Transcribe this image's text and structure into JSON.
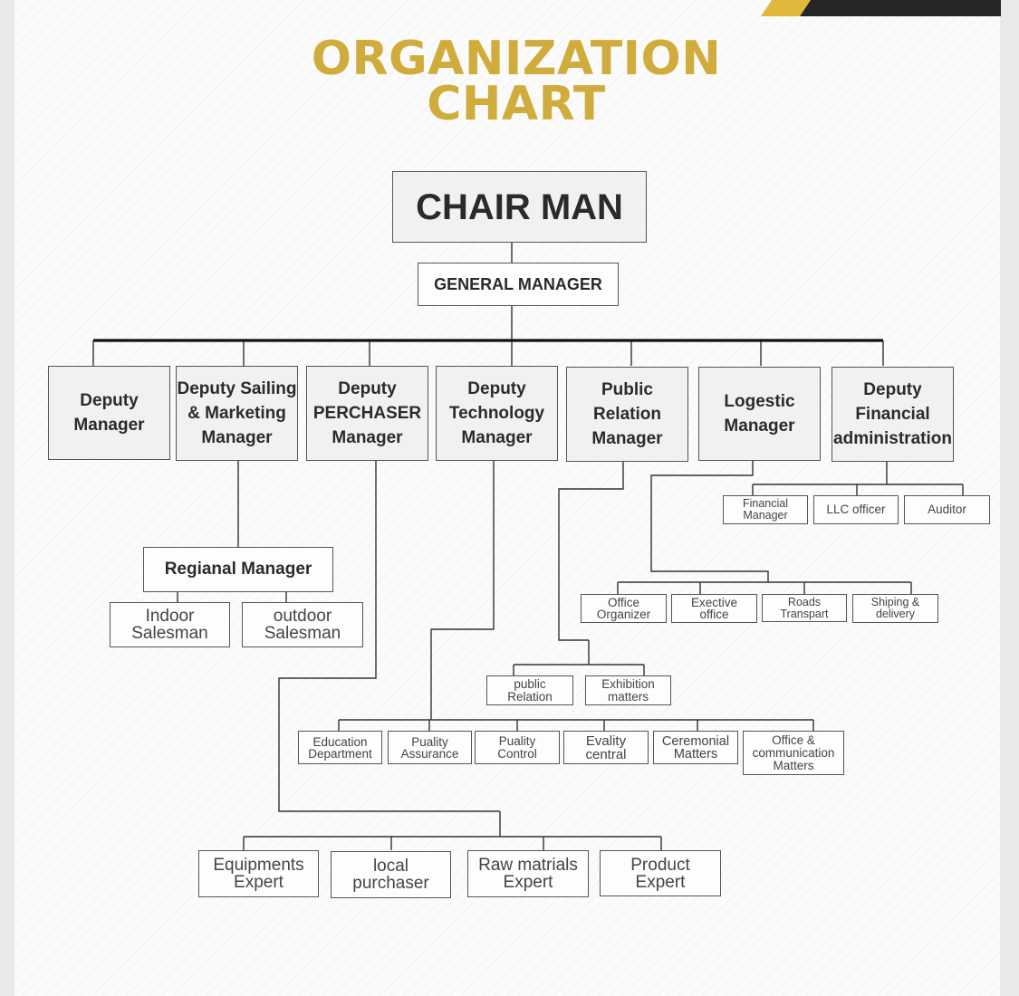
{
  "title": {
    "line1": "ORGANIZATION",
    "line2": "CHART"
  },
  "colors": {
    "title": "#cfac3b",
    "corner_gold": "#e0b83c",
    "corner_dark": "#262626",
    "line": "#333333",
    "box_border": "#555555"
  },
  "top": {
    "chairman": "CHAIR MAN",
    "general_manager": "GENERAL MANAGER"
  },
  "managers": [
    {
      "id": "deputy",
      "label": "Deputy\nManager"
    },
    {
      "id": "sailing",
      "label": "Deputy Sailing\n& Marketing\nManager"
    },
    {
      "id": "purchaser",
      "label": "Deputy\nPERCHASER\nManager"
    },
    {
      "id": "technology",
      "label": "Deputy\nTechnology\nManager"
    },
    {
      "id": "public-relation",
      "label": "Public\nRelation\nManager"
    },
    {
      "id": "logistic",
      "label": "Logestic\nManager"
    },
    {
      "id": "financial",
      "label": "Deputy\nFinancial\nadministration"
    }
  ],
  "sales": {
    "regional_manager": "Regianal Manager",
    "items": [
      "Indoor\nSalesman",
      "outdoor\nSalesman"
    ]
  },
  "finance_units": [
    "Financial\nManager",
    "LLC officer",
    "Auditor"
  ],
  "logistics_units": [
    "Office\nOrganizer",
    "Exective\noffice",
    "Roads Transpart",
    "Shiping &\ndelivery"
  ],
  "pr_units": [
    "public\nRelation",
    "Exhibition\nmatters"
  ],
  "tech_units": [
    "Education\nDepartment",
    "Puality\nAssurance",
    "Puality\nControl",
    "Evality\ncentral",
    "Ceremonial\nMatters",
    "Office &\ncommunication\nMatters"
  ],
  "purchase_units": [
    "Equipments\nExpert",
    "local\npurchaser",
    "Raw matrials\nExpert",
    "Product\nExpert"
  ]
}
